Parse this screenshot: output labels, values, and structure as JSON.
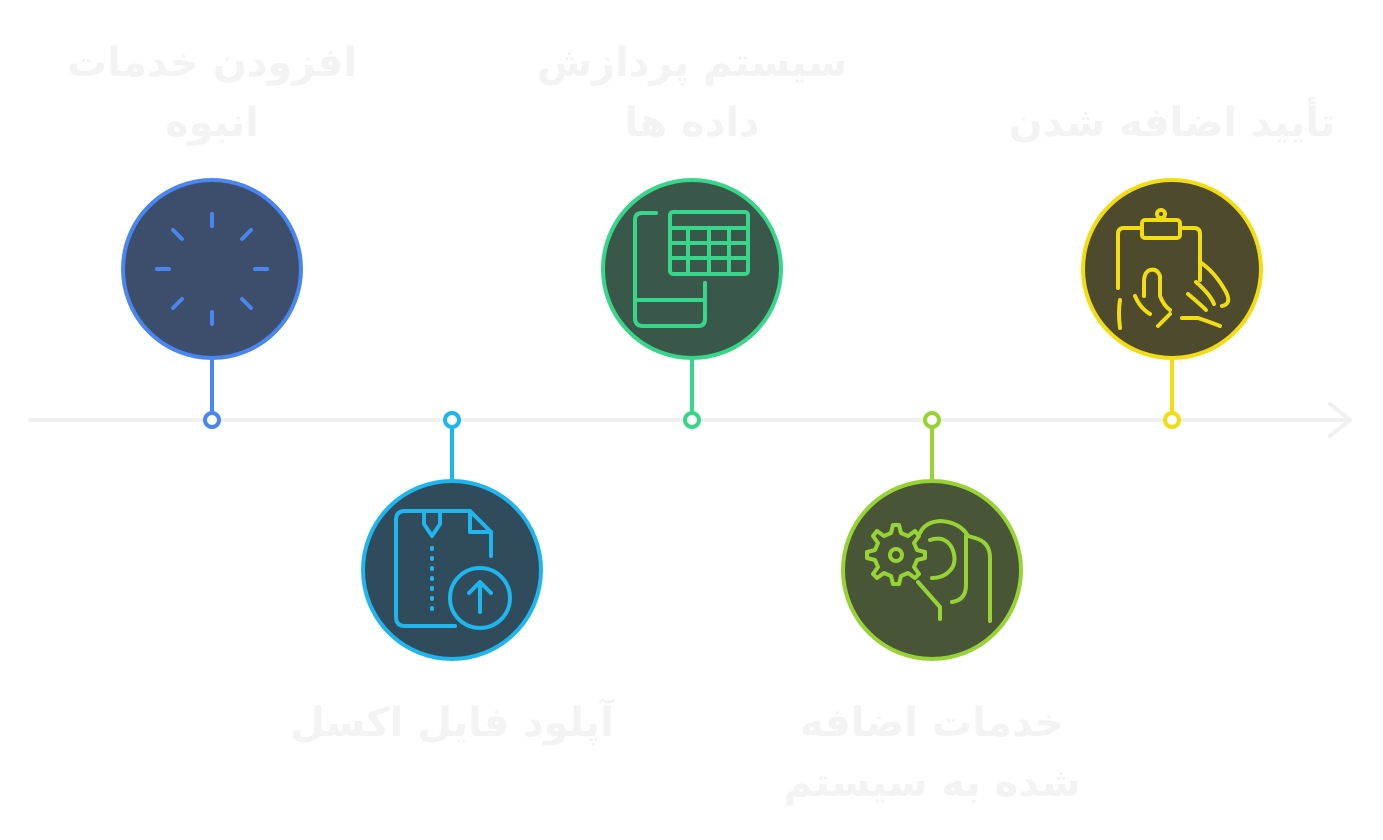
{
  "steps": [
    {
      "label": "افزودن خدمات\nانبوه",
      "icon": "loading-spinner-icon",
      "color": "#4a86f0",
      "fill": "#3c4e6b"
    },
    {
      "label": "آپلود فایل اکسل",
      "icon": "zip-file-upload-icon",
      "color": "#1fb6ee",
      "fill": "#2f4b5c"
    },
    {
      "label": "سیستم پردازش\nداده ها",
      "icon": "spreadsheet-document-icon",
      "color": "#38d68a",
      "fill": "#3a5849"
    },
    {
      "label": "خدمات اضافه\nشده به سیستم",
      "icon": "hand-gear-icon",
      "color": "#98d335",
      "fill": "#485637"
    },
    {
      "label": "تأیید اضافه شدن",
      "icon": "hand-clipboard-icon",
      "color": "#f2dd10",
      "fill": "#4e4a2d"
    }
  ],
  "timeline": {
    "line_color": "#f0f0f0"
  }
}
